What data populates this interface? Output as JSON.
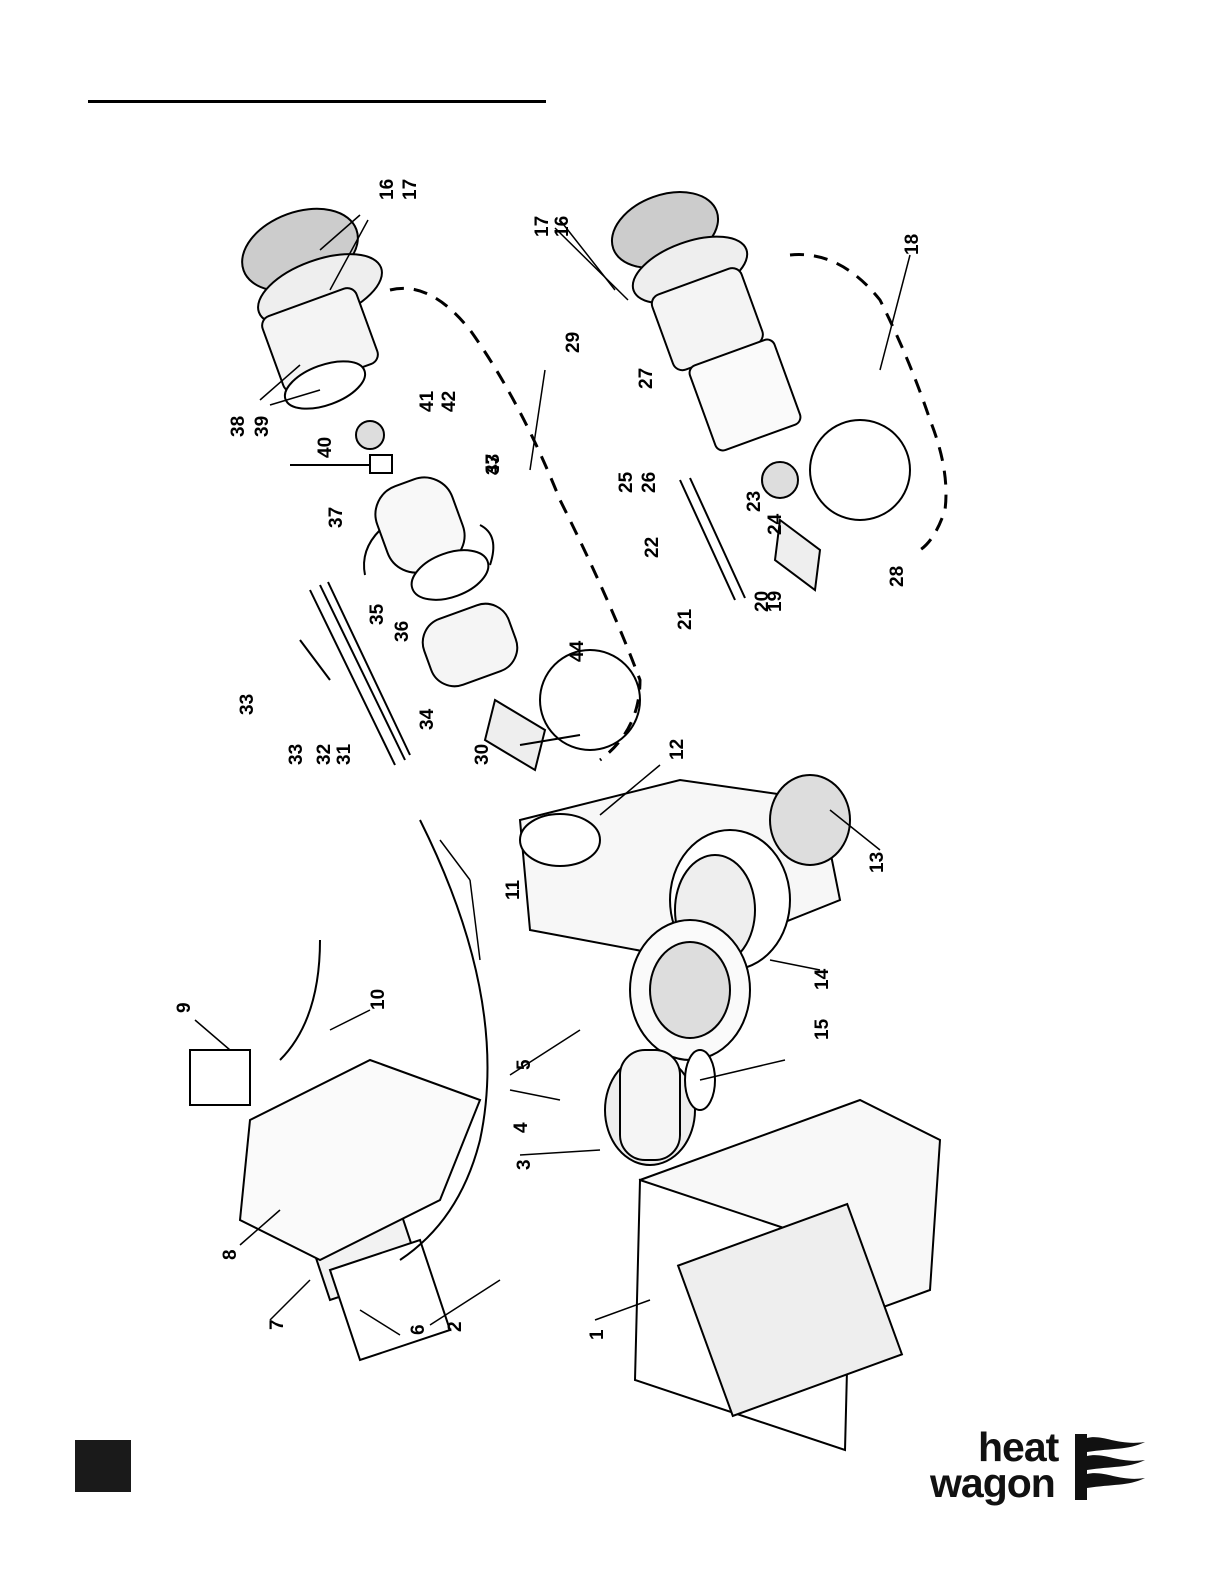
{
  "brand": {
    "line1": "heat",
    "line2": "wagon"
  },
  "colors": {
    "ink": "#000000",
    "paper": "#ffffff",
    "tab": "#1a1a1a"
  },
  "diagram": {
    "part_numbers": [
      "1",
      "2",
      "3",
      "4",
      "5",
      "6",
      "7",
      "8",
      "9",
      "10",
      "11",
      "12",
      "13",
      "14",
      "15",
      "16",
      "17",
      "18",
      "19",
      "20",
      "21",
      "22",
      "23",
      "24",
      "25",
      "26",
      "27",
      "28",
      "29",
      "30",
      "31",
      "32",
      "33",
      "34",
      "35",
      "36",
      "37",
      "38",
      "39",
      "40",
      "41",
      "42",
      "43",
      "44"
    ]
  }
}
